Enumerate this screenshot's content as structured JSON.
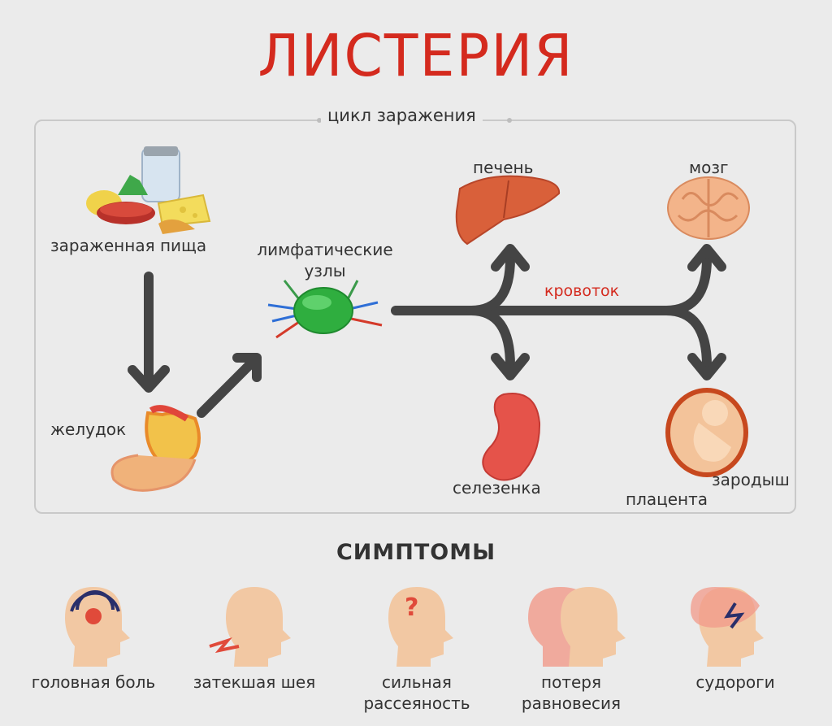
{
  "title": "ЛИСТЕРИЯ",
  "cycle": {
    "caption": "цикл заражения",
    "nodes": {
      "food": "зараженная пища",
      "stomach": "желудок",
      "lymph": "лимфатические\nузлы",
      "liver": "печень",
      "brain": "мозг",
      "spleen": "селезенка",
      "placenta": "плацента",
      "fetus": "зародыш"
    },
    "bloodstream": "кровоток"
  },
  "symptoms": {
    "title": "СИМПТОМЫ",
    "items": [
      {
        "label": "головная боль"
      },
      {
        "label": "затекшая шея"
      },
      {
        "label": "сильная\nрассеяность"
      },
      {
        "label": "потеря\nравновесия"
      },
      {
        "label": "судороги"
      }
    ]
  },
  "colors": {
    "accent": "#d42a1e",
    "arrow": "#444444",
    "skin": "#f2c8a3",
    "organ": "#d9603a"
  }
}
